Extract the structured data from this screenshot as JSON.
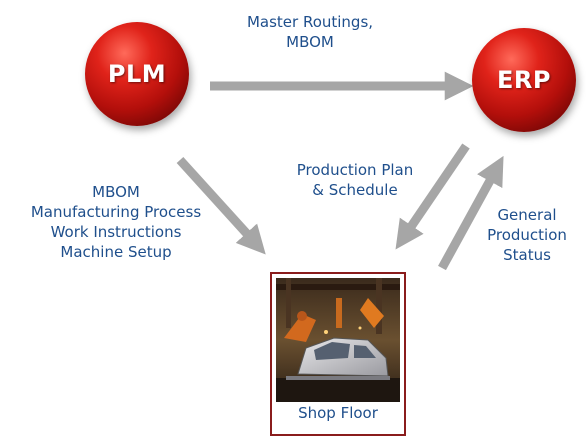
{
  "nodes": {
    "plm": "PLM",
    "erp": "ERP",
    "shop_floor": "Shop Floor"
  },
  "labels": {
    "plm_to_erp": [
      "Master Routings,",
      "MBOM"
    ],
    "plm_to_shop": [
      "MBOM",
      "Manufacturing Process",
      "Work Instructions",
      "Machine Setup"
    ],
    "erp_to_shop": [
      "Production Plan",
      "& Schedule"
    ],
    "shop_to_erp": [
      "General",
      "Production",
      "Status"
    ]
  },
  "colors": {
    "node_red": "#c0150f",
    "label_blue": "#1f4f8c",
    "arrow_gray": "#a6a6a6",
    "frame_border": "#8a1c1c"
  }
}
